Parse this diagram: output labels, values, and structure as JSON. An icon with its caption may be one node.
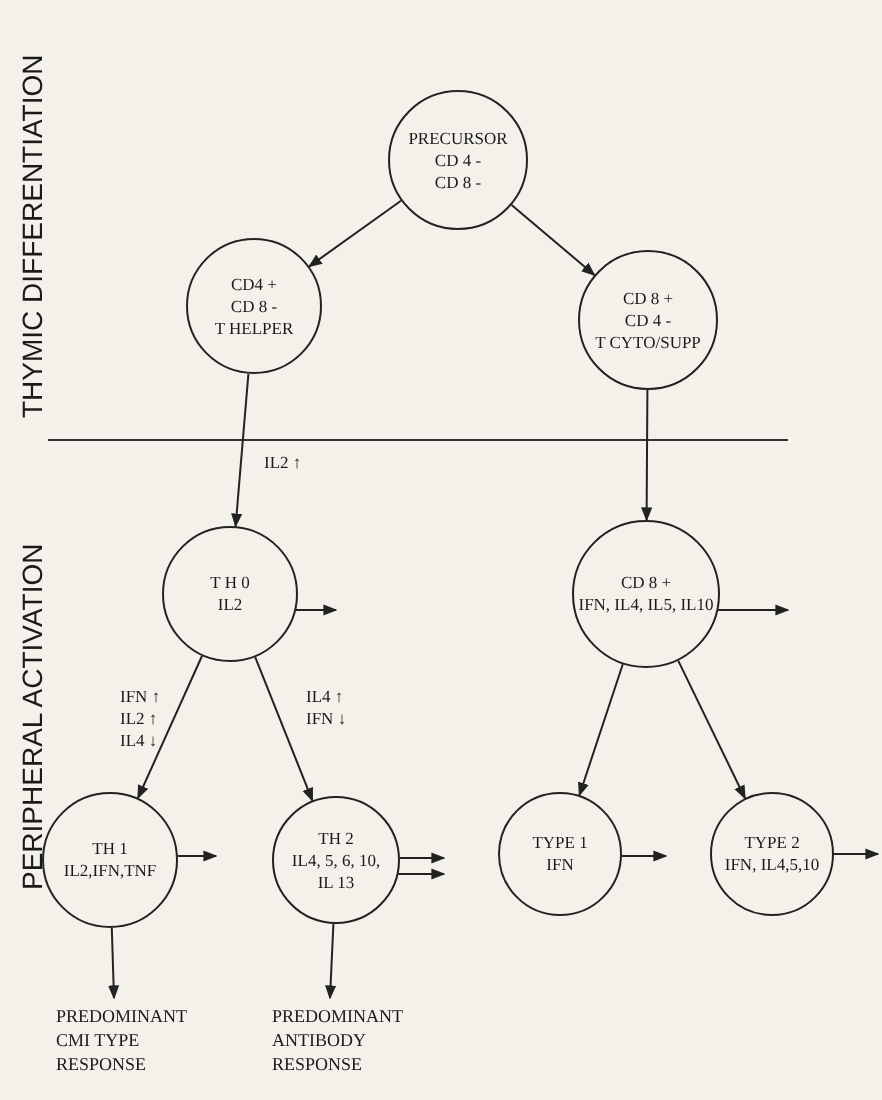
{
  "diagram": {
    "nodes": [
      {
        "text": [
          "PRECURSOR",
          "CD 4 -",
          "CD 8 -"
        ]
      },
      {
        "text": [
          "CD4 +",
          "CD 8 -",
          "T HELPER"
        ]
      },
      {
        "text": [
          "CD 8 +",
          "CD 4 -",
          "T CYTO/SUPP"
        ]
      },
      {
        "text": [
          "T H 0",
          "IL2"
        ]
      },
      {
        "text": [
          "CD 8 +",
          "IFN, IL4, IL5, IL10"
        ]
      },
      {
        "text": [
          "TH 1",
          "IL2,IFN,TNF"
        ]
      },
      {
        "text": [
          "TH 2",
          "IL4, 5, 6, 10,",
          "IL 13"
        ]
      },
      {
        "text": [
          "TYPE 1",
          "IFN"
        ]
      },
      {
        "text": [
          "TYPE 2",
          "IFN, IL4,5,10"
        ]
      },
      {
        "text": [
          "PREDOMINANT CMI TYPE RESPONSE"
        ]
      },
      {
        "text": [
          "PREDOMINANT ANTIBODY RESPONSE"
        ]
      }
    ],
    "edges": [
      {
        "from": 0,
        "to": 1,
        "arrow": "to"
      },
      {
        "from": 0,
        "to": 2,
        "arrow": "to"
      },
      {
        "from": 1,
        "to": 3,
        "arrow": "to",
        "label": "IL2 ↑"
      },
      {
        "from": 2,
        "to": 4,
        "arrow": "to"
      },
      {
        "from": 3,
        "to": 5,
        "arrow": "to",
        "label": "IFN ↑ IL2 ↑ IL4 ↓"
      },
      {
        "from": 3,
        "to": 6,
        "arrow": "to",
        "label": "IL4 ↑ IFN ↓"
      },
      {
        "from": 4,
        "to": 7,
        "arrow": "to"
      },
      {
        "from": 4,
        "to": 8,
        "arrow": "to"
      },
      {
        "from": 5,
        "to": 9,
        "arrow": "to"
      },
      {
        "from": 6,
        "to": 10,
        "arrow": "to"
      },
      {
        "from": 3,
        "to": null,
        "arrow": "to"
      },
      {
        "from": 4,
        "to": null,
        "arrow": "to"
      },
      {
        "from": 5,
        "to": null,
        "arrow": "to"
      },
      {
        "from": 6,
        "to": null,
        "arrow": "to"
      },
      {
        "from": 6,
        "to": null,
        "arrow": "to"
      },
      {
        "from": 7,
        "to": null,
        "arrow": "to"
      },
      {
        "from": 8,
        "to": null,
        "arrow": "to"
      }
    ],
    "labels": [
      "THYMIC DIFFERENTIATION",
      "PERIPHERAL ACTIVATION"
    ]
  }
}
